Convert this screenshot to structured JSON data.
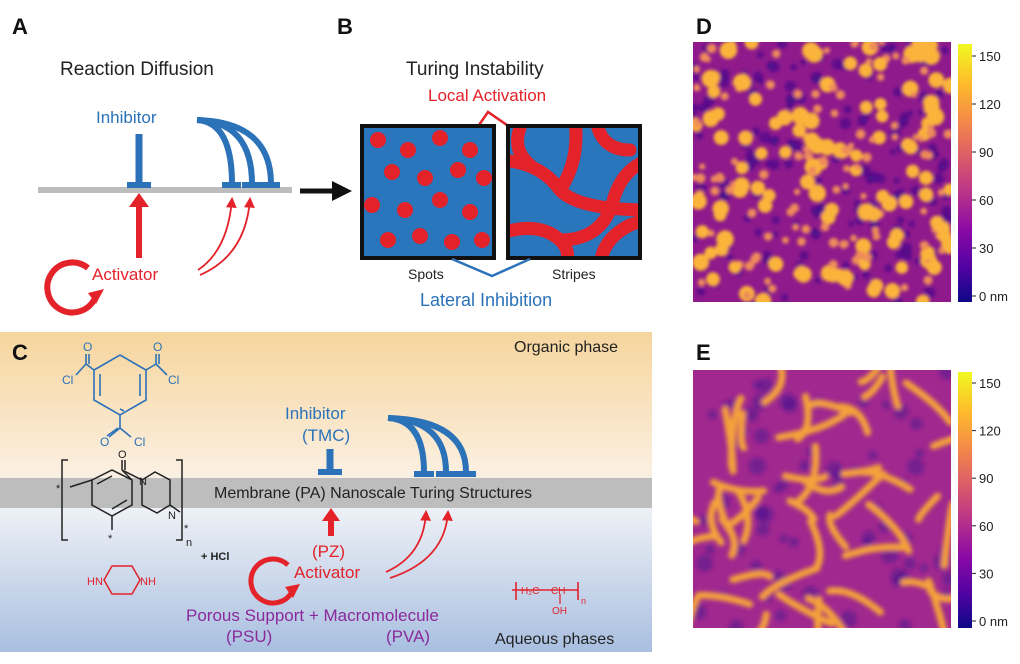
{
  "colors": {
    "inhibitor_blue": "#2b72b8",
    "activator_red": "#e3222a",
    "support_purple": "#8a2a9b",
    "membrane_gray": "#bfbfbf",
    "colormap": [
      "#0d0887",
      "#5302a3",
      "#8b0aa5",
      "#b83289",
      "#db5c68",
      "#f48849",
      "#febd2a",
      "#f0f921"
    ]
  },
  "panel_a": {
    "letter": "A",
    "title": "Reaction Diffusion",
    "inhibitor_label": "Inhibitor",
    "activator_label": "Activator"
  },
  "panel_b": {
    "letter": "B",
    "title": "Turing Instability",
    "local_activation": "Local Activation",
    "spots_label": "Spots",
    "stripes_label": "Stripes",
    "lateral_inhibition": "Lateral Inhibition"
  },
  "panel_c": {
    "letter": "C",
    "organic_phase": "Organic phase",
    "aqueous_phases": "Aqueous phases",
    "inhibitor_label": "Inhibitor",
    "inhibitor_abbrev": "(TMC)",
    "membrane_text": "Membrane (PA) Nanoscale Turing Structures",
    "pz_label": "(PZ)",
    "activator_label": "Activator",
    "support_label": "Porous Support + Macromolecule",
    "psu_label": "(PSU)",
    "pva_label": "(PVA)",
    "hcl_label": "+ HCl",
    "chem": {
      "cl": "Cl",
      "o": "O",
      "n": "N",
      "nh": "NH",
      "hn": "HN",
      "star": "*",
      "sub_n": "n",
      "h2c": "H₂C",
      "ch": "CH",
      "oh": "OH"
    }
  },
  "panel_d": {
    "letter": "D",
    "colorbar_ticks": [
      "150",
      "120",
      "90",
      "60",
      "30",
      "0 nm"
    ]
  },
  "panel_e": {
    "letter": "E",
    "colorbar_ticks": [
      "150",
      "120",
      "90",
      "60",
      "30",
      "0 nm"
    ]
  }
}
